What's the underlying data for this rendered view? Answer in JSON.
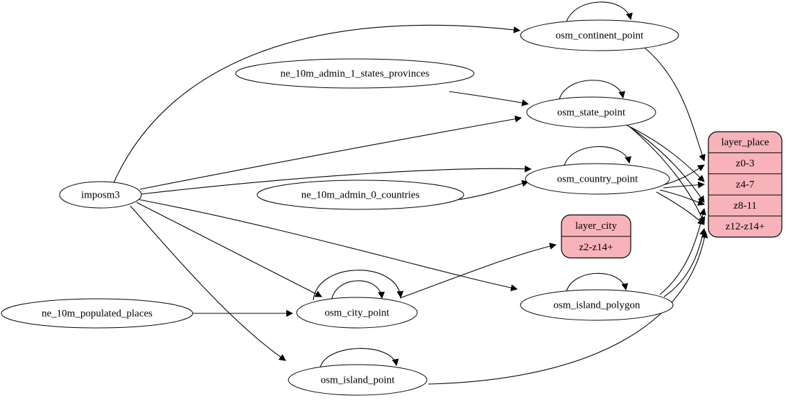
{
  "diagram": {
    "kind": "etl-dependency-graph",
    "colors": {
      "background": "#ffffff",
      "table_node_fill": "#ffffff",
      "layer_record_fill": "#f8b2ba",
      "edge_stroke": "#000000"
    },
    "nodes": [
      {
        "id": "imposm3",
        "label": "imposm3",
        "type": "source"
      },
      {
        "id": "ne_10m_admin_1_states_provinces",
        "label": "ne_10m_admin_1_states_provinces",
        "type": "source"
      },
      {
        "id": "ne_10m_admin_0_countries",
        "label": "ne_10m_admin_0_countries",
        "type": "source"
      },
      {
        "id": "ne_10m_populated_places",
        "label": "ne_10m_populated_places",
        "type": "source"
      },
      {
        "id": "osm_continent_point",
        "label": "osm_continent_point",
        "type": "table"
      },
      {
        "id": "osm_state_point",
        "label": "osm_state_point",
        "type": "table"
      },
      {
        "id": "osm_country_point",
        "label": "osm_country_point",
        "type": "table"
      },
      {
        "id": "osm_city_point",
        "label": "osm_city_point",
        "type": "table"
      },
      {
        "id": "osm_island_polygon",
        "label": "osm_island_polygon",
        "type": "table"
      },
      {
        "id": "osm_island_point",
        "label": "osm_island_point",
        "type": "table"
      }
    ],
    "records": [
      {
        "id": "layer_city",
        "title": "layer_city",
        "rows": [
          "z2-z14+"
        ]
      },
      {
        "id": "layer_place",
        "title": "layer_place",
        "rows": [
          "z0-3",
          "z4-7",
          "z8-11",
          "z12-z14+"
        ]
      }
    ],
    "edges": [
      {
        "from": "imposm3",
        "to": "osm_continent_point"
      },
      {
        "from": "imposm3",
        "to": "osm_state_point"
      },
      {
        "from": "imposm3",
        "to": "osm_country_point"
      },
      {
        "from": "imposm3",
        "to": "osm_city_point"
      },
      {
        "from": "imposm3",
        "to": "osm_island_polygon"
      },
      {
        "from": "imposm3",
        "to": "osm_island_point"
      },
      {
        "from": "ne_10m_admin_1_states_provinces",
        "to": "osm_state_point"
      },
      {
        "from": "ne_10m_admin_0_countries",
        "to": "osm_country_point"
      },
      {
        "from": "ne_10m_populated_places",
        "to": "osm_city_point"
      },
      {
        "from": "osm_continent_point",
        "to": "osm_continent_point"
      },
      {
        "from": "osm_state_point",
        "to": "osm_state_point"
      },
      {
        "from": "osm_country_point",
        "to": "osm_country_point"
      },
      {
        "from": "osm_city_point",
        "to": "osm_city_point"
      },
      {
        "from": "osm_city_point",
        "to": "osm_city_point"
      },
      {
        "from": "osm_island_polygon",
        "to": "osm_island_polygon"
      },
      {
        "from": "osm_island_point",
        "to": "osm_island_point"
      },
      {
        "from": "osm_continent_point",
        "to": "layer_place",
        "port": "z0-3"
      },
      {
        "from": "osm_country_point",
        "to": "layer_place",
        "port": "z0-3"
      },
      {
        "from": "osm_country_point",
        "to": "layer_place",
        "port": "z4-7"
      },
      {
        "from": "osm_country_point",
        "to": "layer_place",
        "port": "z8-11"
      },
      {
        "from": "osm_country_point",
        "to": "layer_place",
        "port": "z12-z14+"
      },
      {
        "from": "osm_state_point",
        "to": "layer_place",
        "port": "z4-7"
      },
      {
        "from": "osm_state_point",
        "to": "layer_place",
        "port": "z8-11"
      },
      {
        "from": "osm_state_point",
        "to": "layer_place",
        "port": "z12-z14+"
      },
      {
        "from": "osm_city_point",
        "to": "layer_city",
        "port": "z2-z14+"
      },
      {
        "from": "osm_island_polygon",
        "to": "layer_place",
        "port": "z8-11"
      },
      {
        "from": "osm_island_polygon",
        "to": "layer_place",
        "port": "z12-z14+"
      },
      {
        "from": "osm_island_point",
        "to": "layer_place",
        "port": "z12-z14+"
      }
    ]
  }
}
